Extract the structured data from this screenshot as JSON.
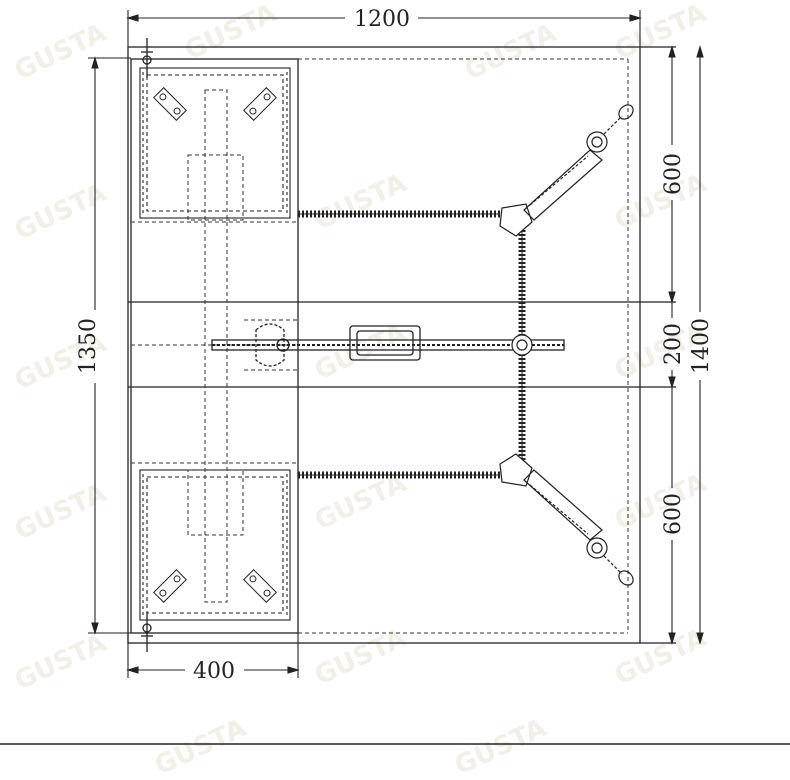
{
  "dimensions": {
    "overall_width": "1200",
    "left_table_width": "400",
    "left_height": "1350",
    "right_top_section": "600",
    "right_middle_section": "200",
    "right_bottom_section": "600",
    "right_overall_height": "1400"
  },
  "watermark": {
    "text": "GUSTA",
    "icon": "brand-watermark-logo"
  },
  "colors": {
    "line": "#222222",
    "dashed": "#333333",
    "watermark": "#e6e2d6"
  }
}
